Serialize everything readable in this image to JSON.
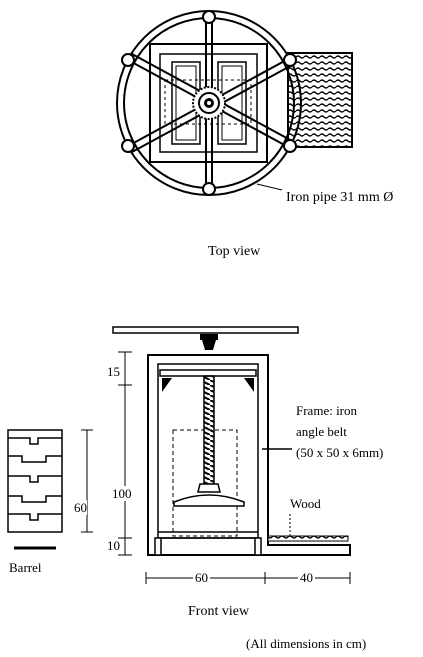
{
  "top_view": {
    "caption": "Top view",
    "pipe_label": "Iron pipe 31 mm Ø"
  },
  "front_view": {
    "caption": "Front view",
    "frame_label_line1": "Frame: iron",
    "frame_label_line2": "angle belt",
    "frame_label_line3": "(50 x 50 x 6mm)",
    "wood_label": "Wood",
    "barrel_label": "Barrel",
    "dim_top": "15",
    "dim_total": "100",
    "dim_barrel": "60",
    "dim_base": "10",
    "dim_width": "60",
    "dim_extension": "40"
  },
  "footnote": "(All dimensions in cm)",
  "colors": {
    "ink": "#000000",
    "paper": "#ffffff"
  }
}
